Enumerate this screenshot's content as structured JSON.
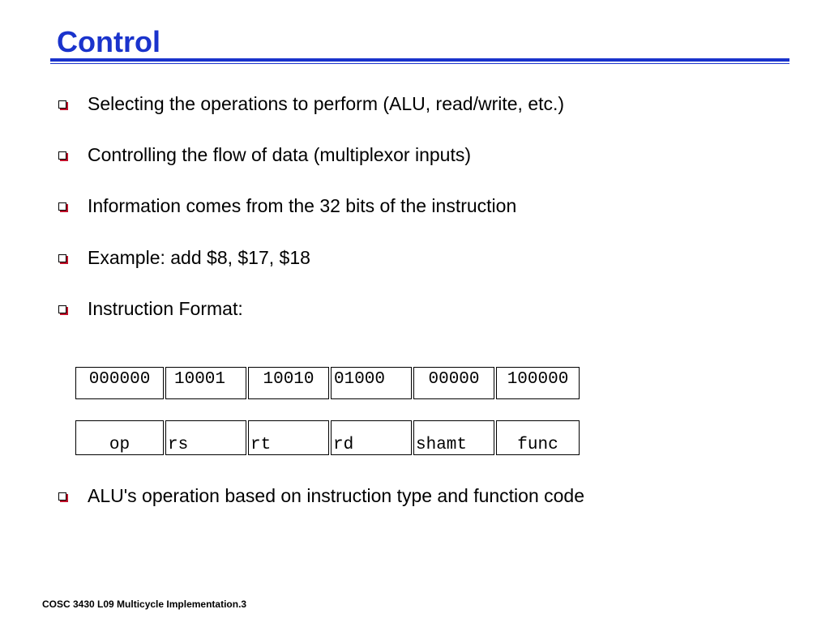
{
  "slide": {
    "title": "Control",
    "bullets": [
      "Selecting the operations to perform (ALU, read/write, etc.)",
      "Controlling the flow of data (multiplexor inputs)",
      "Information comes from the 32 bits of the instruction",
      "Example: add $8, $17, $18",
      "Instruction Format:"
    ],
    "instruction_fields": {
      "values": [
        "000000",
        "10001",
        "10010",
        "01000",
        "00000",
        "100000"
      ],
      "names": [
        "op",
        "rs",
        "rt",
        "rd",
        "shamt",
        "func"
      ]
    },
    "final_bullet": "ALU's operation based on instruction type and function code",
    "footer": "COSC 3430 L09 Multicycle Implementation.3"
  },
  "colors": {
    "title": "#1a33cc",
    "bullet_accent": "#c0102a"
  }
}
